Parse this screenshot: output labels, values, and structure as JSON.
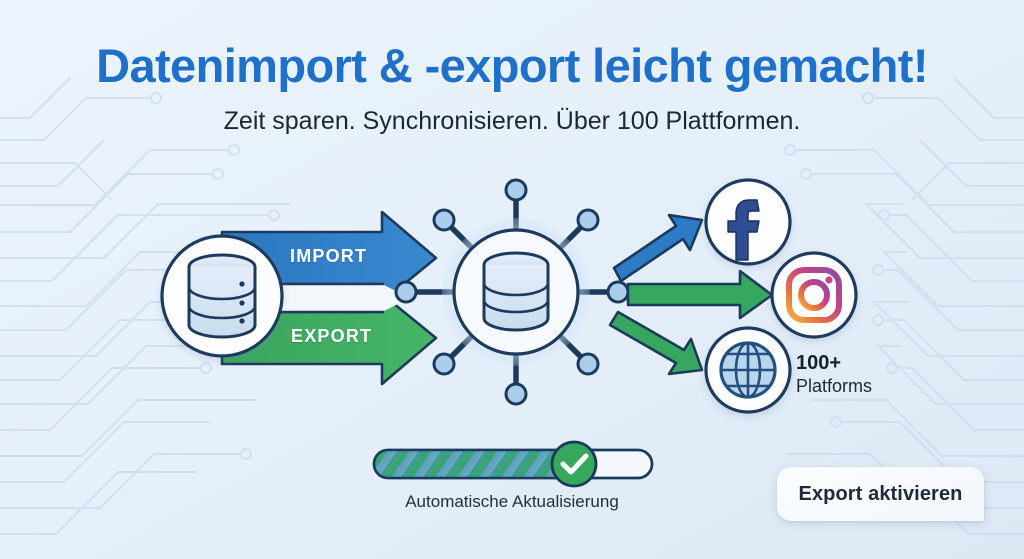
{
  "header": {
    "headline": "Datenimport & -export leicht gemacht!",
    "subline": "Zeit sparen. Synchronisieren. Über 100 Plattformen.",
    "headline_color": "#1f6fcc",
    "subline_color": "#1b2733"
  },
  "diagram": {
    "source": {
      "icon": "database-icon",
      "label": ""
    },
    "hub": {
      "icon": "data-hub-icon",
      "node_count": 8
    },
    "flows": [
      {
        "name": "import",
        "label": "IMPORT",
        "color": "#2f7dc4",
        "direction": "right"
      },
      {
        "name": "export",
        "label": "EXPORT",
        "color": "#34a85a",
        "direction": "right"
      }
    ],
    "out_arrows": [
      {
        "name": "to-facebook",
        "color": "#2b7cc4",
        "direction": "up-right"
      },
      {
        "name": "to-instagram",
        "color": "#34a85a",
        "direction": "right"
      },
      {
        "name": "to-globe",
        "color": "#34a85a",
        "direction": "down-right"
      }
    ],
    "platforms": [
      {
        "name": "facebook",
        "icon": "facebook-icon",
        "color": "#2d4485"
      },
      {
        "name": "instagram",
        "icon": "instagram-icon",
        "color": "#c13584"
      },
      {
        "name": "globe",
        "icon": "globe-icon",
        "color": "#2b5f91"
      }
    ],
    "platforms_badge": {
      "count": "100+",
      "word": "Platforms"
    }
  },
  "progress": {
    "caption": "Automatische Aktualisierung",
    "percent": 72,
    "fill_start_color": "#2f7dc4",
    "fill_end_color": "#34a85a",
    "track_color": "#f4f8fc",
    "check_icon": "check-circle-icon",
    "check_color": "#35a85b"
  },
  "cta": {
    "label": "Export aktivieren",
    "text_color": "#1b2b3d",
    "bg_color": "#f6faff"
  },
  "background": {
    "pattern": "circuit-traces",
    "gradient_start": "#eaf3fc",
    "gradient_end": "#dde9f5"
  }
}
